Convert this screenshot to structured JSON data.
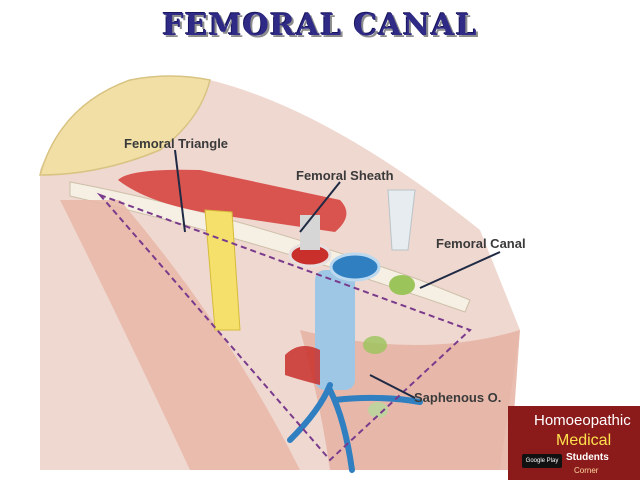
{
  "title": "FEMORAL CANAL",
  "labels": {
    "femoral_triangle": "Femoral Triangle",
    "femoral_sheath": "Femoral Sheath",
    "femoral_canal": "Femoral Canal",
    "saphenous_opening": "Saphenous O."
  },
  "badge": {
    "line1": "Homoeopathic",
    "line2": "Medical",
    "line3": "Students",
    "line4": "Corner",
    "store": "Google Play"
  },
  "colors": {
    "title": "#2f2a86",
    "muscle": "#d9534f",
    "artery": "#c9302c",
    "vein": "#2f7fc1",
    "bone_cap": "#f1dfa6",
    "lymph_node": "#9bc45a",
    "triangle_outline": "#7a3a8c",
    "badge_bg": "#8b1a1a"
  }
}
